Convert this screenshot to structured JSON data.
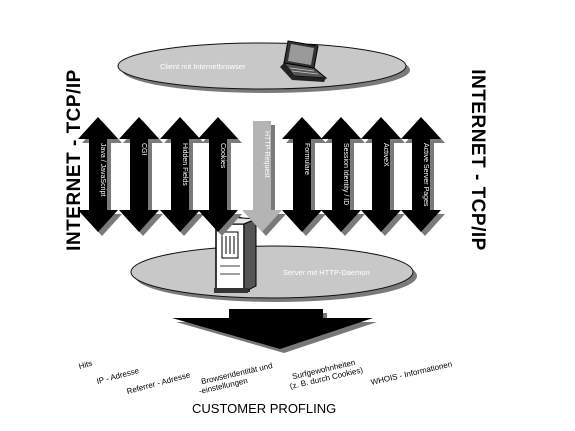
{
  "side_labels": {
    "left": "INTERNET - TCP/IP",
    "right": "INTERNET - TCP/IP"
  },
  "client_label": "Client mit Internetbrowser",
  "server_label": "Server mit HTTP-Daemon",
  "server_box_label": "III",
  "arrows": [
    {
      "label": "Java / JavaScript",
      "style": "dark"
    },
    {
      "label": "CGI",
      "style": "dark"
    },
    {
      "label": "Hidden Fields",
      "style": "dark"
    },
    {
      "label": "Cookies",
      "style": "dark"
    },
    {
      "label": "HTTP-Request",
      "style": "light"
    },
    {
      "label": "Formulare",
      "style": "dark"
    },
    {
      "label": "Session Identity / ID",
      "style": "dark"
    },
    {
      "label": "ActiveX",
      "style": "dark"
    },
    {
      "label": "Active Server Pages",
      "style": "dark"
    }
  ],
  "bottom_items": [
    "Hits",
    "IP - Adresse",
    "Referrer - Adresse",
    "Browseridentität und\n-einstellungen",
    "Surfgewohnheiten\n(z. B. durch Cookies)",
    "WHOIS - Informationen"
  ],
  "title": "CUSTOMER PROFLING",
  "colors": {
    "ellipse": "#c8c8c8",
    "ellipse_stroke": "#111111",
    "arrow_dark": "#000000",
    "arrow_light": "#b4b4b4",
    "shadow": "#7a7a7a"
  }
}
